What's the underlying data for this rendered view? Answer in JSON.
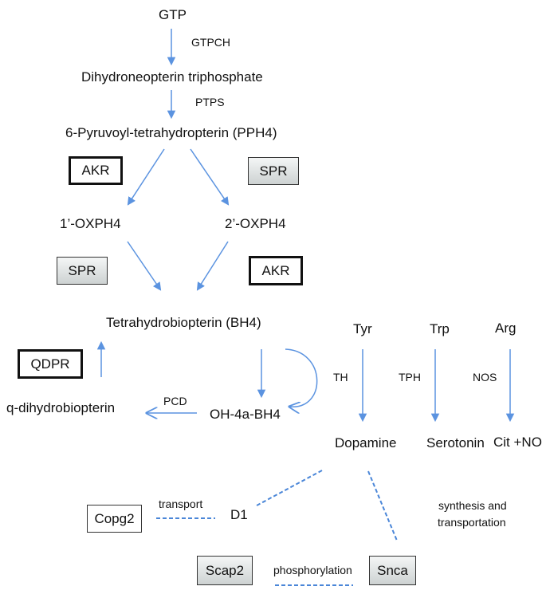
{
  "metabolites": {
    "gtp": "GTP",
    "dhnp": "Dihydroneopterin triphosphate",
    "pph4": "6-Pyruvoyl-tetrahydropterin (PPH4)",
    "oxph1": "1’-OXPH4",
    "oxph2": "2’-OXPH4",
    "bh4": "Tetrahydrobiopterin (BH4)",
    "qdhb": "q-dihydrobiopterin",
    "oh4a": "OH-4a-BH4",
    "tyr": "Tyr",
    "trp": "Trp",
    "arg": "Arg",
    "dopamine": "Dopamine",
    "serotonin": "Serotonin",
    "citno": "Cit +NO",
    "d1": "D1"
  },
  "enzymes": {
    "gtpch": "GTPCH",
    "ptps": "PTPS",
    "pcd": "PCD",
    "th": "TH",
    "tph": "TPH",
    "nos": "NOS"
  },
  "boxes": {
    "akr_top": "AKR",
    "spr_top": "SPR",
    "spr_mid": "SPR",
    "akr_mid": "AKR",
    "qdpr": "QDPR",
    "copg2": "Copg2",
    "scap2": "Scap2",
    "snca": "Snca"
  },
  "relations": {
    "transport": "transport",
    "phosphorylation": "phosphorylation",
    "synthesis": "synthesis and",
    "transportation": "transportation"
  },
  "colors": {
    "arrow": "#5b93e0",
    "dashed": "#4a86d8"
  }
}
